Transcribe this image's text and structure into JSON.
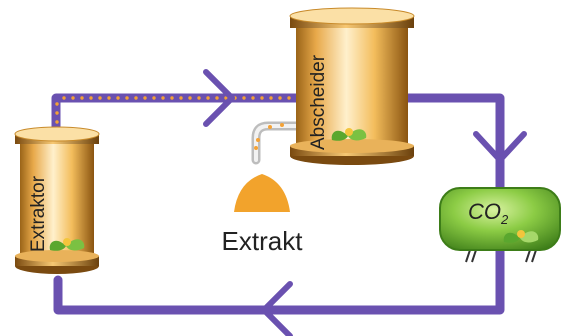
{
  "labels": {
    "extractor": "Extraktor",
    "separator": "Abscheider",
    "extract": "Extrakt",
    "co2_main": "CO",
    "co2_sub": "2"
  },
  "colors": {
    "pipe": "#6a51b0",
    "vessel_body": "#f6c46a",
    "vessel_highlight": "#fff3d6",
    "vessel_shadow": "#8a5a14",
    "tank_green": "#7bc142",
    "tank_green_dark": "#3d7d18",
    "extract_orange": "#f2a32c",
    "particle_orange": "#f4a236"
  },
  "icons": [
    "leaf-icon",
    "flow-arrow-icon"
  ]
}
